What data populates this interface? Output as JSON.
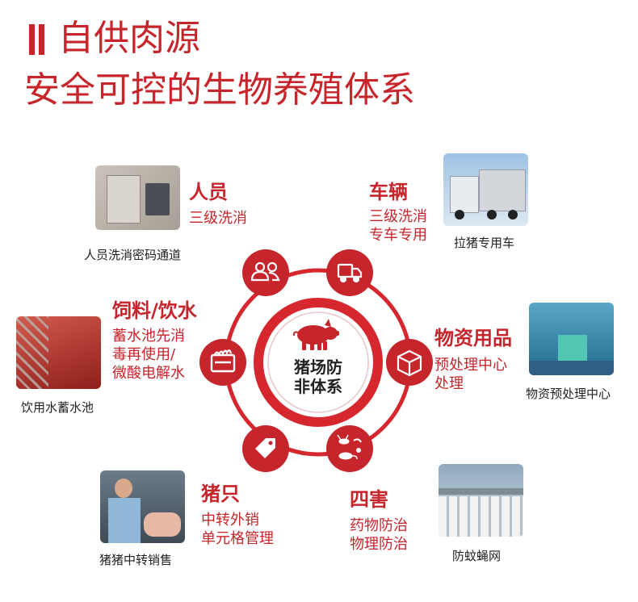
{
  "header": {
    "title_line1": "自供肉源",
    "title_line2": "安全可控的生物养殖体系"
  },
  "center": {
    "line1": "猪场防",
    "line2": "非体系"
  },
  "sections": {
    "personnel": {
      "title": "人员",
      "desc1": "三级洗消",
      "caption": "人员洗消密码通道",
      "icon": "people-icon"
    },
    "vehicle": {
      "title": "车辆",
      "desc1": "三级洗消",
      "desc2": "专车专用",
      "caption": "拉猪专用车",
      "icon": "truck-icon"
    },
    "feed": {
      "title": "饲料/饮水",
      "desc1": "蓄水池先消",
      "desc2": "毒再使用/",
      "desc3": "微酸电解水",
      "caption": "饮用水蓄水池",
      "icon": "feed-trough-icon"
    },
    "materials": {
      "title": "物资用品",
      "desc1": "预处理中心",
      "desc2": "处理",
      "caption": "物资预处理中心",
      "icon": "box-icon"
    },
    "pigs": {
      "title": "猪只",
      "desc1": "中转外销",
      "desc2": "单元格管理",
      "caption": "猪猪中转销售",
      "icon": "tag-icon"
    },
    "pests": {
      "title": "四害",
      "desc1": "药物防治",
      "desc2": "物理防治",
      "caption": "防蚊蝇网",
      "icon": "pests-icon"
    }
  },
  "colors": {
    "accent": "#c6252b",
    "ring": "#d6262e"
  }
}
